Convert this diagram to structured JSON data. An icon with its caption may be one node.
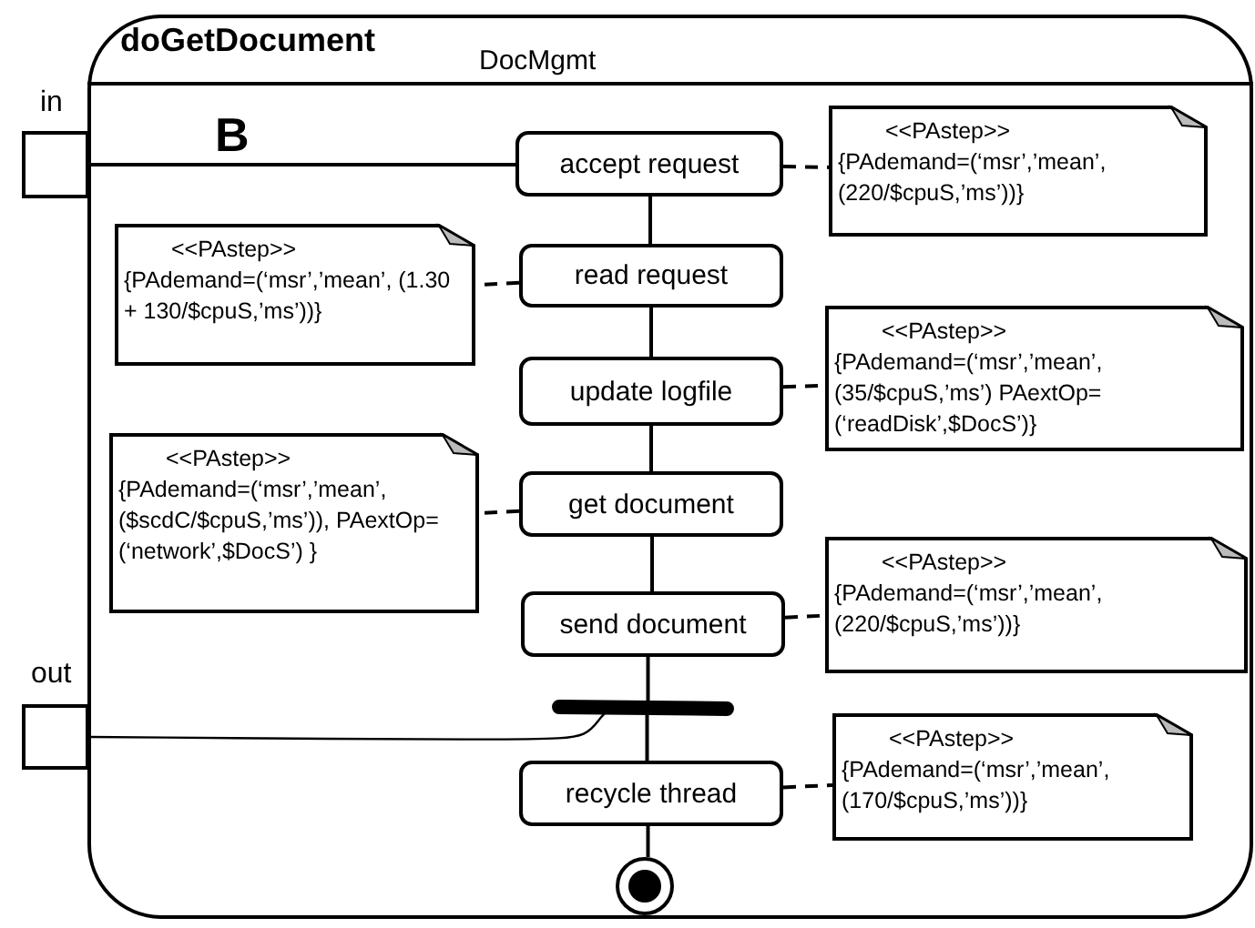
{
  "diagram": {
    "nodes": [
      {
        "text": [
          "doGetDocument",
          "DocMgmt"
        ]
      },
      {
        "text": [],
        "shape": "box",
        "beside": [
          "in"
        ]
      },
      {
        "text": [],
        "shape": "box",
        "beside": [
          "out"
        ]
      },
      {
        "text": [
          "accept request"
        ],
        "in": 0
      },
      {
        "text": [
          "<<PAstep>>",
          "{PAdemand=(‘msr’,’mean’, (220/$cpuS,’ms’))}"
        ],
        "in": 0
      },
      {
        "text": [
          "<<PAstep>>",
          "{PAdemand=(‘msr’,’mean’, (1.30 + 130/$cpuS,’ms’))}"
        ],
        "in": 0
      },
      {
        "text": [
          "read request"
        ],
        "in": 0
      },
      {
        "text": [
          "update logfile"
        ],
        "in": 0
      },
      {
        "text": [
          "<<PAstep>>",
          "{PAdemand=(‘msr’,’mean’, (35/$cpuS,’ms’) PAextOp=(‘readDisk’,$DocS’)}"
        ],
        "in": 0
      },
      {
        "text": [
          "<<PAstep>>",
          "{PAdemand=(‘msr’,’mean’, ($scdC/$cpuS,’ms’)), PAextOp=(‘network’,$DocS’) }"
        ],
        "in": 0
      },
      {
        "text": [
          "get document"
        ],
        "in": 0
      },
      {
        "text": [
          "send document"
        ],
        "in": 0
      },
      {
        "text": [
          "<<PAstep>>",
          "{PAdemand=(‘msr’,’mean’, (220/$cpuS,’ms’))}"
        ],
        "in": 0
      },
      {
        "text": [],
        "shape": "bar",
        "in": 0
      },
      {
        "text": [
          "recycle thread"
        ],
        "in": 0
      },
      {
        "text": [
          "<<PAstep>>",
          "{PAdemand=(‘msr’,’mean’, (170/$cpuS,’ms’))}"
        ],
        "in": 0
      },
      {
        "text": [],
        "shape": "circle",
        "in": 0
      }
    ],
    "edges": [
      {
        "from": 1,
        "to": 3,
        "arrow": "none",
        "label": "B"
      },
      {
        "from": 3,
        "to": 6,
        "arrow": "none"
      },
      {
        "from": 6,
        "to": 7,
        "arrow": "none"
      },
      {
        "from": 7,
        "to": 10,
        "arrow": "none"
      },
      {
        "from": 10,
        "to": 11,
        "arrow": "none"
      },
      {
        "from": 11,
        "to": 13,
        "arrow": "none"
      },
      {
        "from": 13,
        "to": 14,
        "arrow": "none"
      },
      {
        "from": 14,
        "to": 16,
        "arrow": "none"
      },
      {
        "from": 13,
        "to": 2,
        "arrow": "none"
      },
      {
        "from": 3,
        "to": 4,
        "arrow": "none",
        "style": "dashed"
      },
      {
        "from": 6,
        "to": 5,
        "arrow": "none",
        "style": "dashed"
      },
      {
        "from": 7,
        "to": 8,
        "arrow": "none",
        "style": "dashed"
      },
      {
        "from": 10,
        "to": 9,
        "arrow": "none",
        "style": "dashed"
      },
      {
        "from": 11,
        "to": 12,
        "arrow": "none",
        "style": "dashed"
      },
      {
        "from": 14,
        "to": 15,
        "arrow": "none",
        "style": "dashed"
      }
    ]
  }
}
